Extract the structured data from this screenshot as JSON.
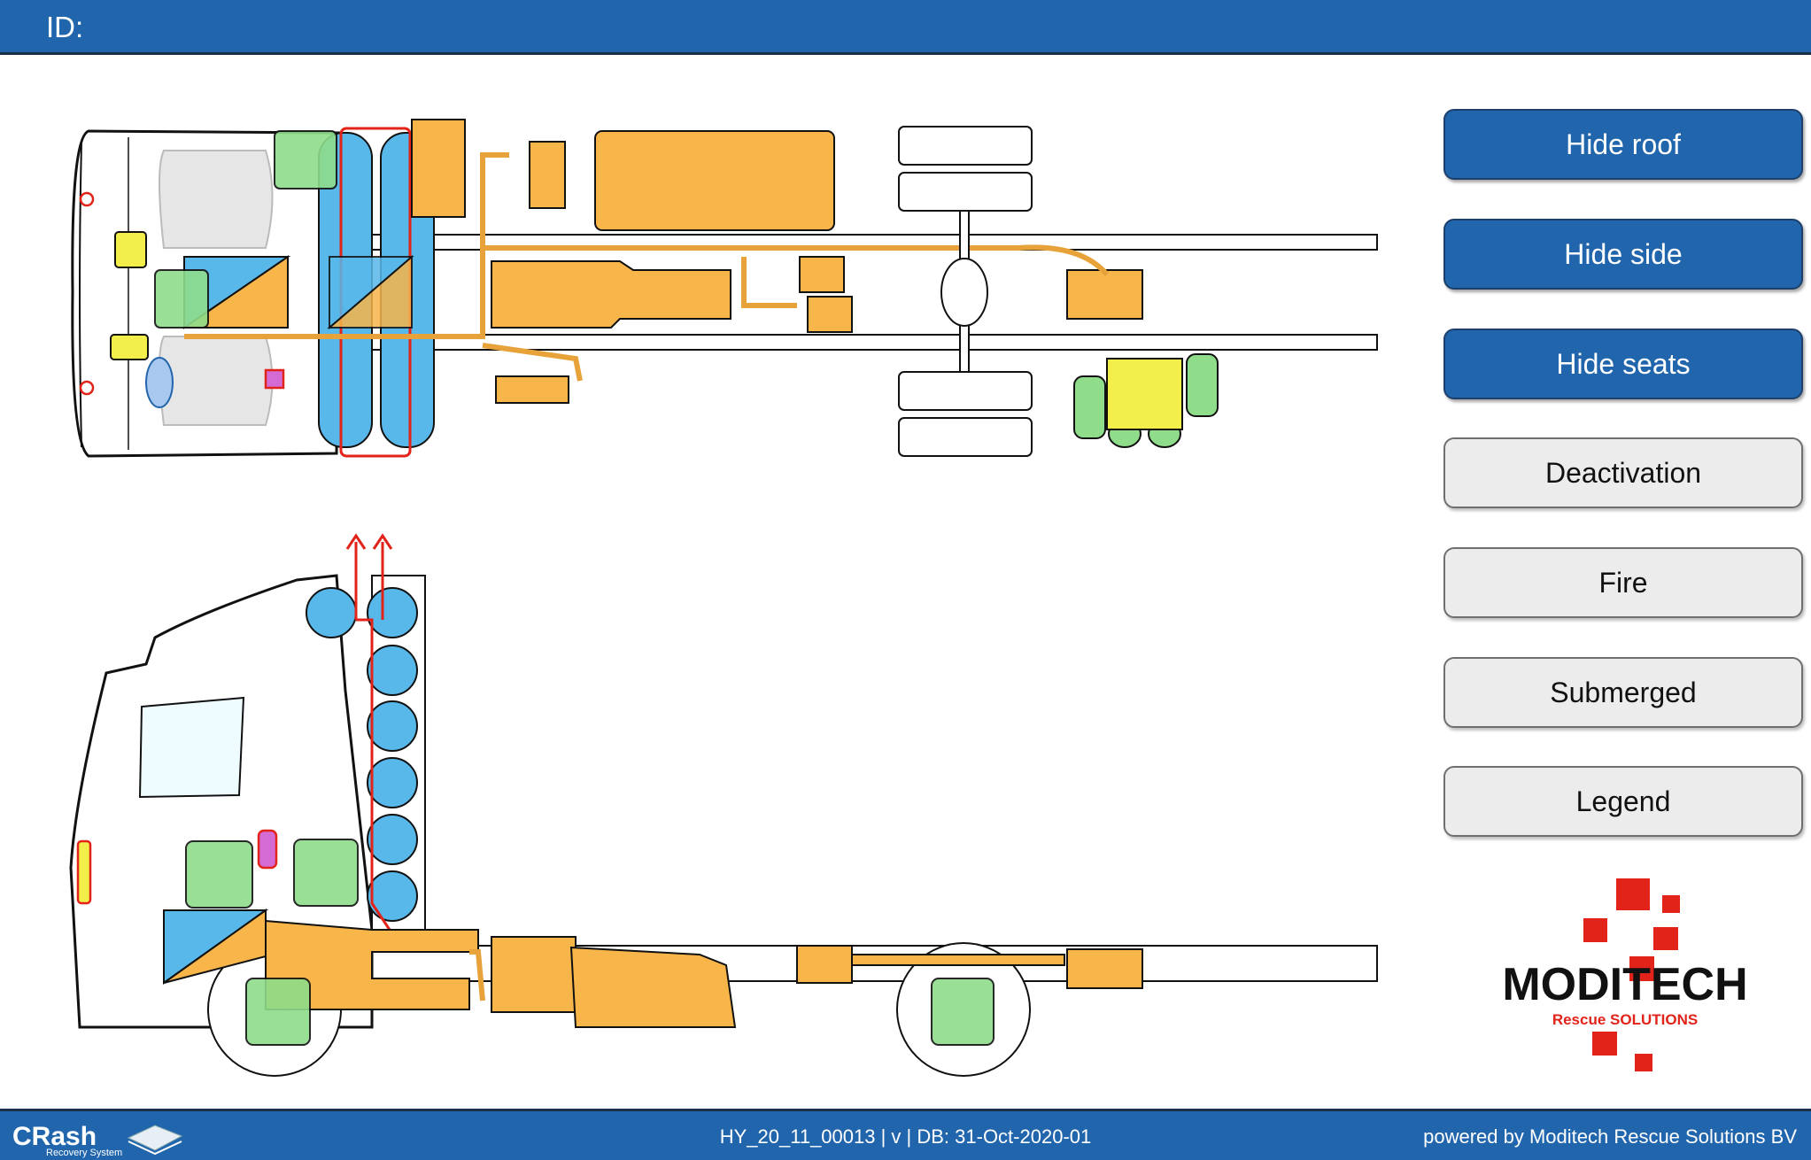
{
  "header": {
    "id_label": "ID:"
  },
  "buttons": {
    "hide_roof": "Hide roof",
    "hide_side": "Hide side",
    "hide_seats": "Hide seats",
    "deactivation": "Deactivation",
    "fire": "Fire",
    "submerged": "Submerged",
    "legend": "Legend"
  },
  "brand": {
    "name": "MODITECH",
    "tagline": "Rescue SOLUTIONS",
    "accent": "#e2231a"
  },
  "footer": {
    "crash_logo_main": "CRash",
    "crash_logo_sub": "Recovery System",
    "center_text": "HY_20_11_00013 | v | DB: 31-Oct-2020-01",
    "powered_by": "powered by Moditech Rescue Solutions BV"
  },
  "colors": {
    "primary": "#2166ad",
    "hydrogen": "#58b8ea",
    "high_voltage": "#f7b54a",
    "airbag": "#8fdc8a",
    "seatbelt_pretensioner": "#f2ee4a",
    "warning_red": "#e2231a"
  }
}
